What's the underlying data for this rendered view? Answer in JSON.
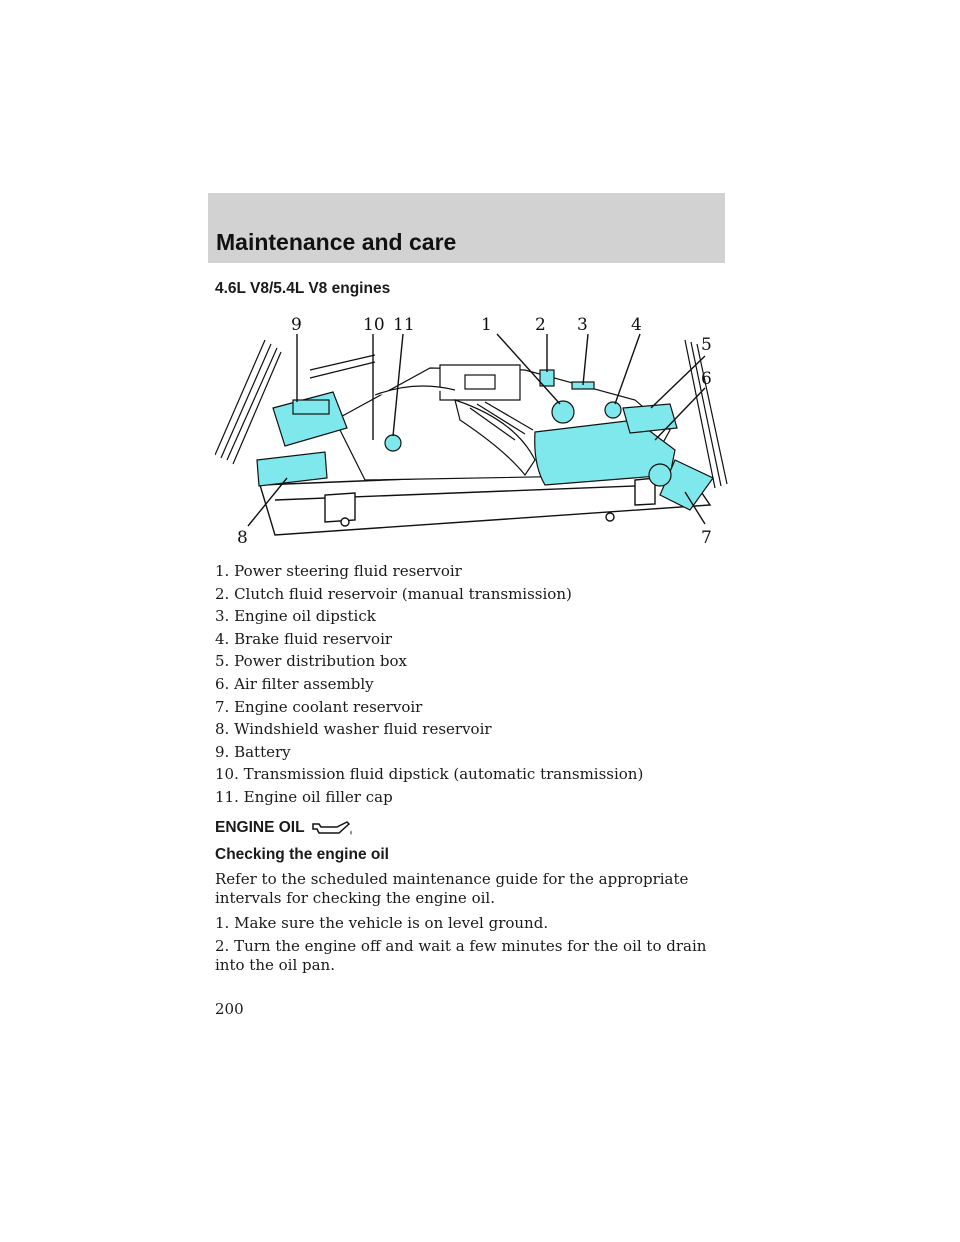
{
  "header": {
    "title": "Maintenance and care"
  },
  "figure": {
    "title": "4.6L V8/5.4L V8 engines",
    "callouts": [
      "1",
      "2",
      "3",
      "4",
      "5",
      "6",
      "7",
      "8",
      "9",
      "10",
      "11"
    ],
    "highlight_color": "#7fe8ec"
  },
  "legend": [
    "1. Power steering fluid reservoir",
    "2. Clutch fluid reservoir (manual transmission)",
    "3. Engine oil dipstick",
    "4. Brake fluid reservoir",
    "5. Power distribution box",
    "6. Air filter assembly",
    "7. Engine coolant reservoir",
    "8. Windshield washer fluid reservoir",
    "9. Battery",
    "10. Transmission fluid dipstick (automatic transmission)",
    "11. Engine oil filler cap"
  ],
  "section": {
    "title": "ENGINE OIL",
    "icon": "oil-can-icon",
    "subtitle": "Checking the engine oil",
    "paragraphs": [
      "Refer to the scheduled maintenance guide for the appropriate intervals for checking the engine oil.",
      "1. Make sure the vehicle is on level ground.",
      "2. Turn the engine off and wait a few minutes for the oil to drain into the oil pan."
    ]
  },
  "page_number": "200"
}
